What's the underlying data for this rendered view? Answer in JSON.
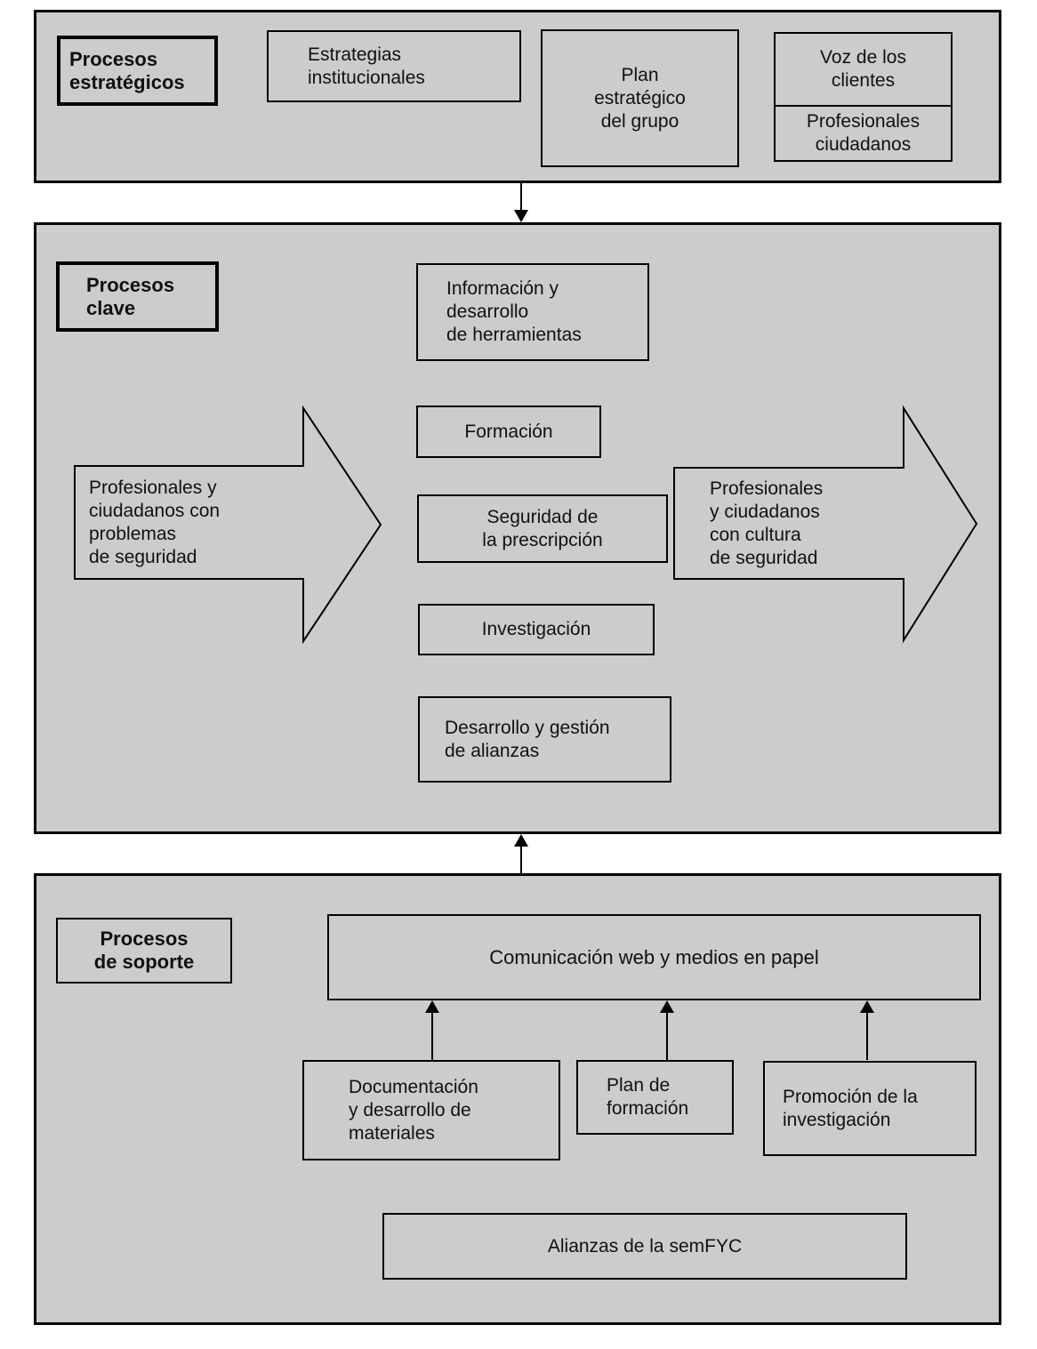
{
  "colors": {
    "panel_bg": "#cccccc",
    "line": "#000000"
  },
  "strategic": {
    "label": "Procesos\nestratégicos",
    "estrategias": "Estrategias\ninstitucionales",
    "plan": "Plan\nestratégico\ndel grupo",
    "voz": "Voz de los\nclientes",
    "profesionales": "Profesionales\nciudadanos"
  },
  "key": {
    "label": "Procesos\nclave",
    "informacion": "Información y\ndesarrollo\nde herramientas",
    "formacion": "Formación",
    "seguridad": "Seguridad de\nla prescripción",
    "investigacion": "Investigación",
    "desarrollo": "Desarrollo y gestión\nde alianzas",
    "input_arrow": "Profesionales y\nciudadanos con\nproblemas\nde seguridad",
    "output_arrow": "Profesionales\ny ciudadanos\ncon cultura\nde seguridad"
  },
  "support": {
    "label": "Procesos\nde soporte",
    "comunicacion": "Comunicación web y medios en papel",
    "documentacion": "Documentación\ny desarrollo de\nmateriales",
    "plan_formacion": "Plan de\nformación",
    "promocion": "Promoción de la\ninvestigación",
    "alianzas": "Alianzas de la semFYC"
  }
}
